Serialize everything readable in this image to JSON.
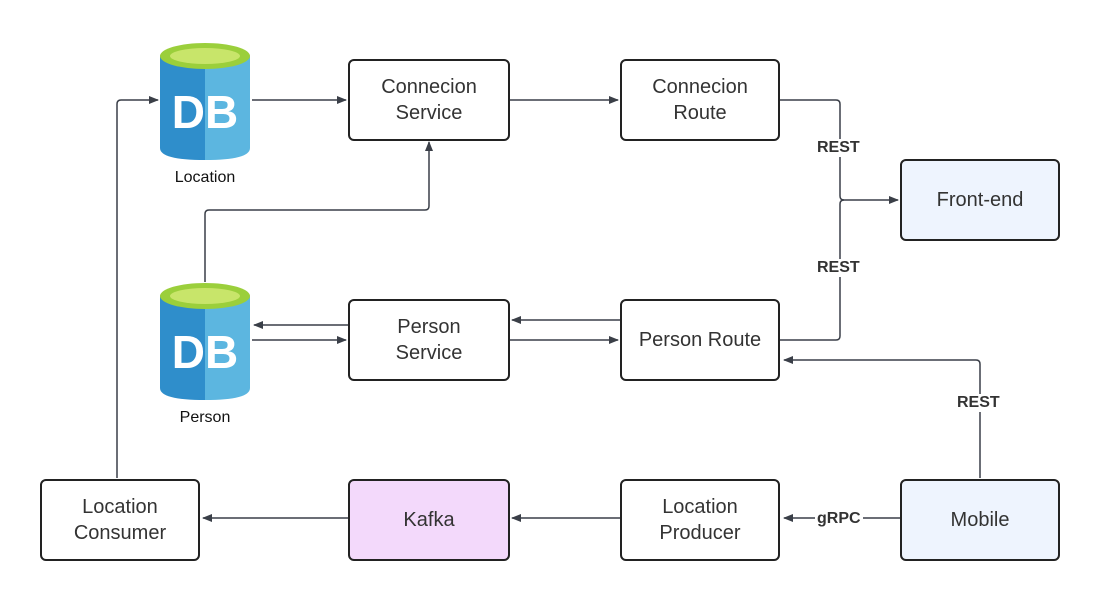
{
  "colors": {
    "db_body": "#2F8ECB",
    "db_body_light": "#5CB6E0",
    "db_top": "#9BCF3B",
    "db_top_inner": "#C8E56A",
    "box_border": "#222222",
    "box_default_fill": "#FFFFFF",
    "box_blue_fill": "#EEF4FE",
    "box_purple_fill": "#F3D9FB",
    "edge_color": "#3A3F48"
  },
  "databases": {
    "location": {
      "icon_text": "DB",
      "label": "Location",
      "icon": "database-icon"
    },
    "person": {
      "icon_text": "DB",
      "label": "Person",
      "icon": "database-icon"
    }
  },
  "nodes": {
    "connecion_service": "Connecion\nService",
    "connecion_route": "Connecion\nRoute",
    "front_end": "Front-end",
    "person_service": "Person\nService",
    "person_route": "Person Route",
    "location_consumer": "Location\nConsumer",
    "kafka": "Kafka",
    "location_producer": "Location\nProducer",
    "mobile": "Mobile"
  },
  "edge_labels": {
    "rest_connecion": "REST",
    "rest_person": "REST",
    "rest_mobile": "REST",
    "grpc_mobile": "gRPC"
  }
}
